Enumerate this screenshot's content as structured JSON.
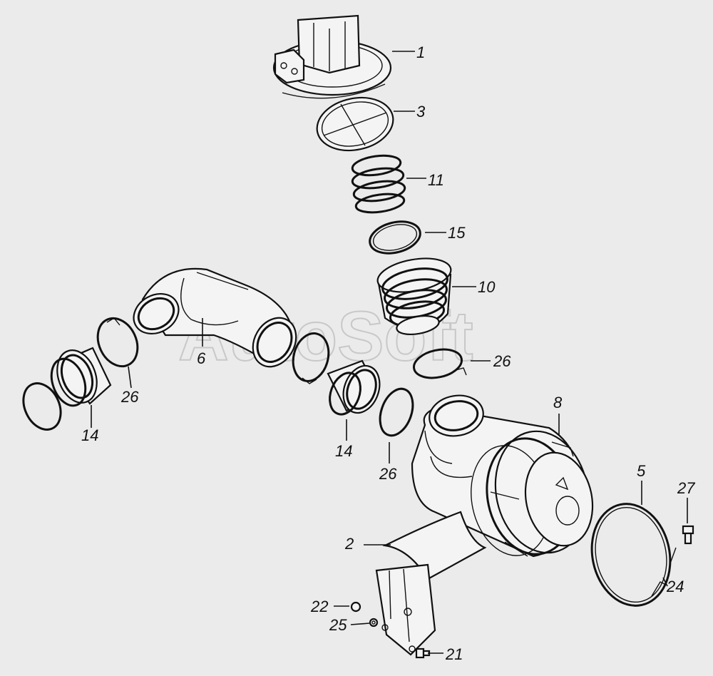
{
  "watermark": "AutoSoft",
  "callouts": [
    {
      "id": "c1",
      "text": "1"
    },
    {
      "id": "c3",
      "text": "3"
    },
    {
      "id": "c11",
      "text": "11"
    },
    {
      "id": "c15",
      "text": "15"
    },
    {
      "id": "c10",
      "text": "10"
    },
    {
      "id": "c6",
      "text": "6"
    },
    {
      "id": "c26a",
      "text": "26"
    },
    {
      "id": "c26b",
      "text": "26"
    },
    {
      "id": "c26c",
      "text": "26"
    },
    {
      "id": "c14a",
      "text": "14"
    },
    {
      "id": "c14b",
      "text": "14"
    },
    {
      "id": "c8",
      "text": "8"
    },
    {
      "id": "c5",
      "text": "5"
    },
    {
      "id": "c27",
      "text": "27"
    },
    {
      "id": "c24",
      "text": "24"
    },
    {
      "id": "c2",
      "text": "2"
    },
    {
      "id": "c22",
      "text": "22"
    },
    {
      "id": "c25",
      "text": "25"
    },
    {
      "id": "c21",
      "text": "21"
    }
  ]
}
